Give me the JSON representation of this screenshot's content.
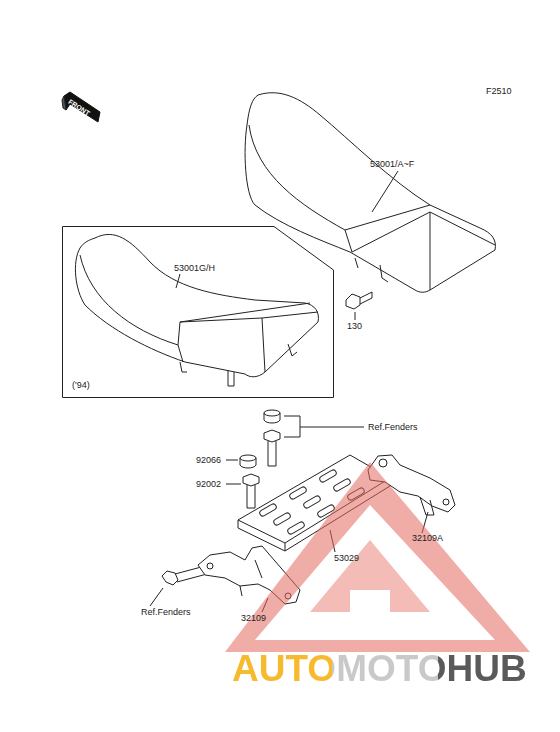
{
  "diagram": {
    "nodes": [
      {
        "text": [
          "53001G/H",
          "('94)"
        ]
      }
    ],
    "labels": [
      "F2510",
      "53001/A~F",
      "130",
      "Ref.Fenders",
      "92066",
      "92002",
      "32109A",
      "53029",
      "Ref.Fenders",
      "32109",
      "FRONT",
      "AUTOMOTOHUB"
    ]
  }
}
